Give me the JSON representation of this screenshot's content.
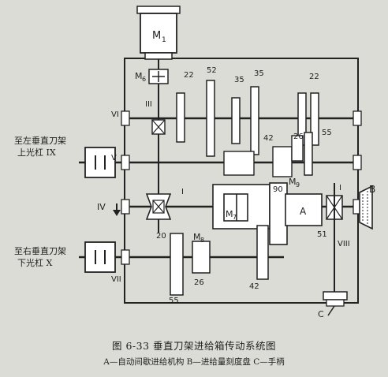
{
  "figure": {
    "caption": "图 6-33   垂直刀架进给箱传动系统图",
    "legend": "A—自动间歇进给机构   B—进给量刻度盘   C—手柄"
  },
  "labels": {
    "motor": "M",
    "motor_sub": "1",
    "clutch_m6": "M",
    "clutch_m6_sub": "6",
    "clutch_m7": "M",
    "clutch_m7_sub": "7",
    "clutch_m8": "M",
    "clutch_m8_sub": "8",
    "clutch_m9": "M",
    "clutch_m9_sub": "9",
    "shaft_III": "III",
    "shaft_VI": "VI",
    "shaft_V": "V",
    "shaft_IV": "IV",
    "shaft_VII": "VII",
    "shaft_VIII": "VIII",
    "shaft_I_a": "I",
    "shaft_I_b": "I",
    "part_A": "A",
    "part_B": "B",
    "part_C": "C",
    "gear_22a": "22",
    "gear_52": "52",
    "gear_35a": "35",
    "gear_35b": "35",
    "gear_22b": "22",
    "gear_42a": "42",
    "gear_26a": "26",
    "gear_55a": "55",
    "gear_90": "90",
    "gear_20": "20",
    "gear_51": "51",
    "gear_26b": "26",
    "gear_55b": "55",
    "gear_42b": "42",
    "left_upper_1": "至左垂直刀架",
    "left_upper_2": "上光杠 IX",
    "left_lower_1": "至右垂直刀架",
    "left_lower_2": "下光杠 X"
  }
}
